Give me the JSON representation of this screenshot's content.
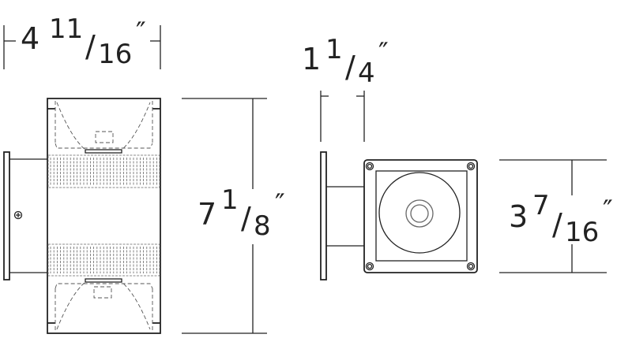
{
  "dimensions": {
    "width": {
      "whole": "4",
      "numerator": "11",
      "slash": "/",
      "denominator": "16",
      "unit": "″"
    },
    "height": {
      "whole": "7",
      "numerator": "1",
      "slash": "/",
      "denominator": "8",
      "unit": "″"
    },
    "extension": {
      "whole": "1",
      "numerator": "1",
      "slash": "/",
      "denominator": "4",
      "unit": "″"
    },
    "depth": {
      "whole": "3",
      "numerator": "7",
      "slash": "/",
      "denominator": "16",
      "unit": "″"
    }
  }
}
